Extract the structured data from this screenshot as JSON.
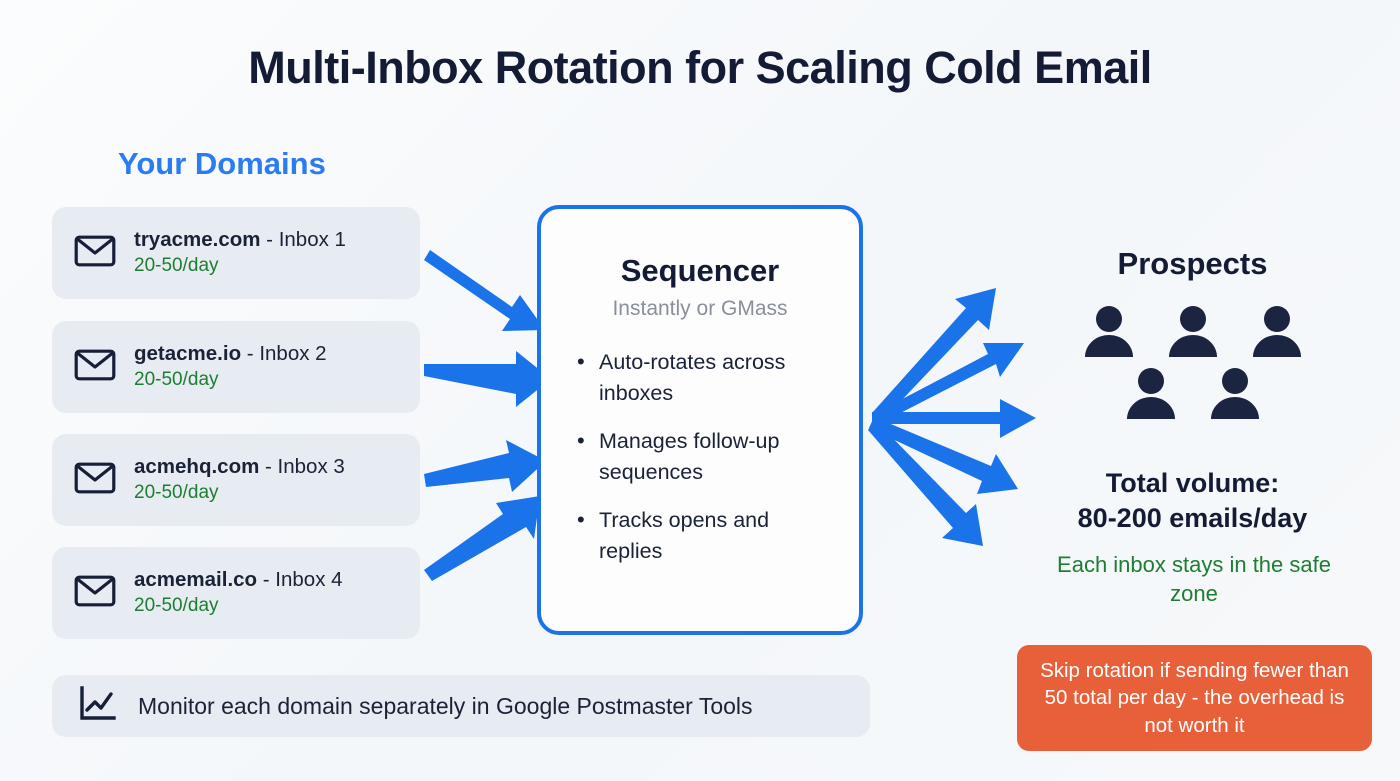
{
  "title": "Multi-Inbox Rotation for Scaling Cold Email",
  "left_column": {
    "heading": "Your Domains",
    "cards": [
      {
        "domain": "tryacme.com",
        "inbox": " - Inbox 1",
        "volume": "20-50/day",
        "icon": "envelope-icon"
      },
      {
        "domain": "getacme.io",
        "inbox": " - Inbox 2",
        "volume": "20-50/day",
        "icon": "envelope-icon"
      },
      {
        "domain": "acmehq.com",
        "inbox": " - Inbox 3",
        "volume": "20-50/day",
        "icon": "envelope-icon"
      },
      {
        "domain": "acmemail.co",
        "inbox": " - Inbox 4",
        "volume": "20-50/day",
        "icon": "envelope-icon"
      }
    ]
  },
  "sequencer": {
    "title": "Sequencer",
    "subtitle": "Instantly or GMass",
    "features": [
      "Auto-rotates across inboxes",
      "Manages follow-up sequences",
      "Tracks opens and replies"
    ]
  },
  "prospects": {
    "title": "Prospects",
    "people_icon": "person-icon",
    "people_count": 5,
    "total_volume_line1": "Total volume:",
    "total_volume_line2": "80-200 emails/day",
    "safe_zone_note": "Each inbox stays in the safe zone"
  },
  "warning": {
    "text": "Skip rotation if sending fewer than 50 total per day - the overhead is not worth it"
  },
  "monitor": {
    "icon": "line-chart-icon",
    "label": "Monitor each domain separately in Google Postmaster Tools"
  },
  "colors": {
    "accent_blue": "#1a73e8",
    "heading_blue": "#2b7cf0",
    "dark_navy": "#141c35",
    "green": "#1e7d32",
    "orange": "#e8603a",
    "card_bg": "#e7ecf2",
    "page_bg": "#f7f9fb"
  }
}
